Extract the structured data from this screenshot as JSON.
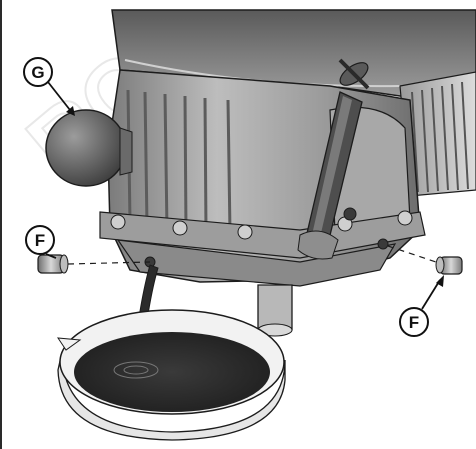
{
  "callouts": {
    "oil_filler_cap": "G",
    "drain_plug_left": "F",
    "drain_plug_right": "F"
  },
  "watermark": "RCP",
  "colors": {
    "engine_dark": "#545454",
    "engine_mid": "#8d8d8d",
    "engine_light": "#c8c8c8",
    "oil": "#2b2b2b",
    "outline": "#1c1c1c"
  }
}
